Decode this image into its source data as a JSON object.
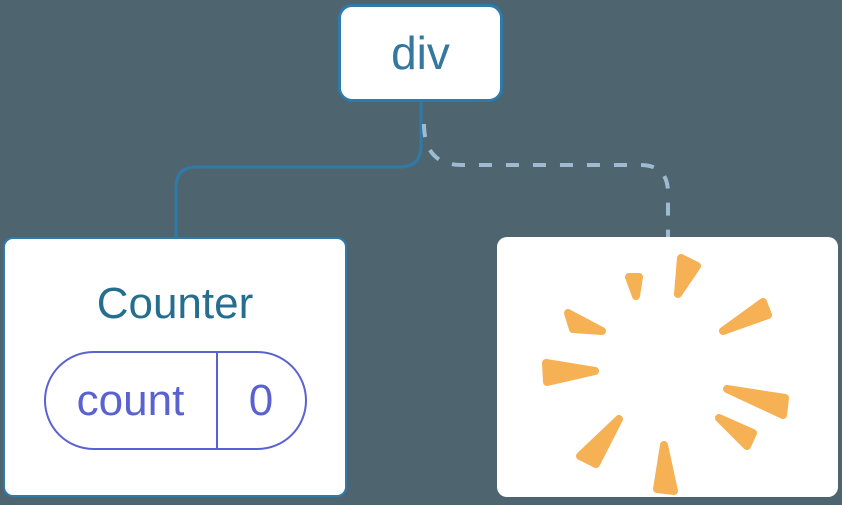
{
  "diagram": {
    "background_color": "#4E6570",
    "root_node": {
      "label": "div",
      "text_color": "#35789F",
      "border_color": "#2E7AA9"
    },
    "edges": [
      {
        "type": "solid",
        "from": "div",
        "to": "counter-card",
        "color": "#2E7AA9"
      },
      {
        "type": "dashed",
        "from": "div",
        "to": "removed-card",
        "color": "#9EBBD1"
      }
    ],
    "counter_card": {
      "title": "Counter",
      "title_color": "#266E90",
      "border_color": "#2E7AA9",
      "state_pill": {
        "key": "count",
        "value": "0",
        "accent_color": "#5A62D2"
      }
    },
    "removed_card": {
      "icon": "poof-icon",
      "poof_color": "#F6B155"
    }
  }
}
